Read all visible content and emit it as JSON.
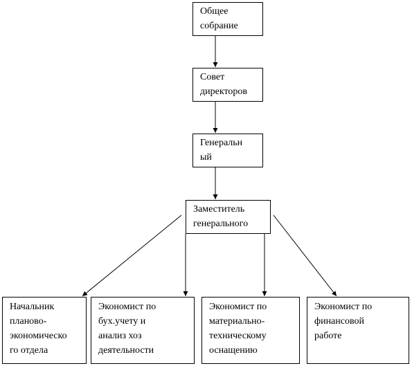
{
  "nodes": {
    "general_meeting": {
      "lines": [
        "Общее",
        "собрание"
      ]
    },
    "board": {
      "lines": [
        "Совет",
        "директоров"
      ]
    },
    "general_director": {
      "lines": [
        "Генеральн",
        "ый"
      ]
    },
    "deputy": {
      "lines": [
        "Заместитель",
        "генерального"
      ]
    },
    "planning_head": {
      "lines": [
        "Начальник",
        "планово-",
        "экономическо",
        "го отдела"
      ]
    },
    "accounting_economist": {
      "lines": [
        "Экономист по",
        "бух.учету  и",
        "анализ хоз",
        "деятельности"
      ]
    },
    "supply_economist": {
      "lines": [
        "Экономист по",
        "материально-",
        "техническому",
        "оснащению"
      ]
    },
    "finance_economist": {
      "lines": [
        "Экономист по",
        "финансовой",
        "работе"
      ]
    }
  }
}
